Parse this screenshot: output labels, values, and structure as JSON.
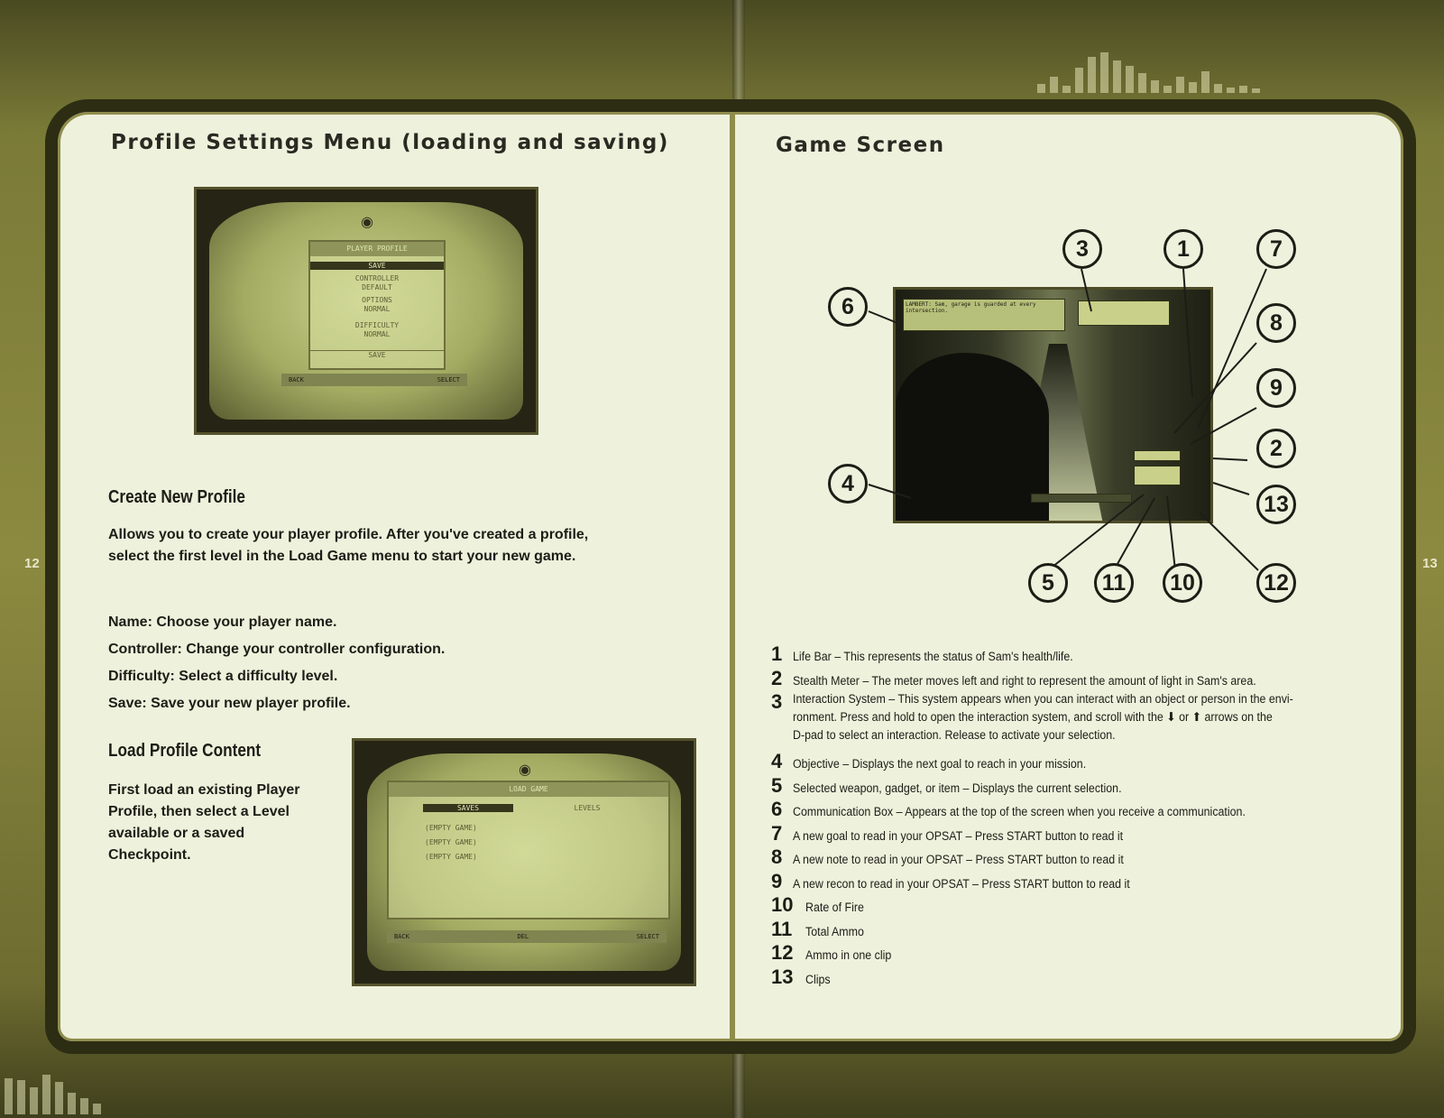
{
  "page_numbers": {
    "left": "12",
    "right": "13"
  },
  "left": {
    "title": "Profile Settings Menu (loading and saving)",
    "shot1": {
      "menu_title": "PLAYER PROFILE",
      "items": [
        "SAVE",
        "CONTROLLER",
        "OPTIONS",
        "DIFFICULTY"
      ],
      "sub_items": [
        "DEFAULT",
        "NORMAL",
        "NORMAL"
      ],
      "last_item": "SAVE",
      "bottom_left": "BACK",
      "bottom_right": "SELECT"
    },
    "create": {
      "heading": "Create New Profile",
      "paragraph": "Allows you to create your player profile. After you've created a profile, select the first level in the Load Game menu to start your new game."
    },
    "fields": [
      {
        "label": "Name:",
        "text": "Choose your player name."
      },
      {
        "label": "Controller:",
        "text": "Change your controller configuration."
      },
      {
        "label": "Difficulty:",
        "text": "Select a difficulty level."
      },
      {
        "label": "Save:",
        "text": "Save your new player profile."
      }
    ],
    "load": {
      "heading": "Load Profile Content",
      "paragraph": "First load an existing Player Profile, then select a Level available or a saved Checkpoint."
    },
    "shot2": {
      "menu_title": "LOAD GAME",
      "tabs": [
        "SAVES",
        "LEVELS"
      ],
      "rows": [
        "(EMPTY GAME)",
        "(EMPTY GAME)",
        "(EMPTY GAME)"
      ],
      "bottom_left": "BACK",
      "bottom_mid": "DEL",
      "bottom_right": "SELECT"
    }
  },
  "right": {
    "title": "Game Screen",
    "comm_text": "LAMBERT: Sam, garage is guarded at every intersection.",
    "callouts": [
      "3",
      "1",
      "7",
      "6",
      "8",
      "9",
      "2",
      "4",
      "13",
      "5",
      "11",
      "10",
      "12"
    ],
    "legend": [
      {
        "num": "1",
        "text": "Life Bar – This represents the status of Sam's health/life."
      },
      {
        "num": "2",
        "text": "Stealth Meter – The meter moves left and right to represent the amount of light in Sam's area."
      },
      {
        "num": "3",
        "text": "Interaction System – This system appears when you can interact with an object or person in the envi-",
        "text2": "ronment. Press and hold to open the interaction system, and scroll with the",
        "text3": "or",
        "text4": "arrows on the",
        "text5": "D-pad to select an interaction. Release to activate your selection."
      },
      {
        "num": "4",
        "text": "Objective – Displays the next goal to reach in your mission."
      },
      {
        "num": "5",
        "text": "Selected weapon, gadget, or item – Displays the current selection."
      },
      {
        "num": "6",
        "text": "Communication Box – Appears at the top of the screen when you receive a communication."
      },
      {
        "num": "7",
        "text": "A new goal to read in your OPSAT – Press START button to read it"
      },
      {
        "num": "8",
        "text": "A new note to read in your OPSAT – Press START button to read it"
      },
      {
        "num": "9",
        "text": "A new recon to read in your OPSAT – Press START button to read it"
      },
      {
        "num": "10",
        "text": "Rate of Fire"
      },
      {
        "num": "11",
        "text": "Total Ammo"
      },
      {
        "num": "12",
        "text": "Ammo in one clip"
      },
      {
        "num": "13",
        "text": "Clips"
      }
    ]
  }
}
